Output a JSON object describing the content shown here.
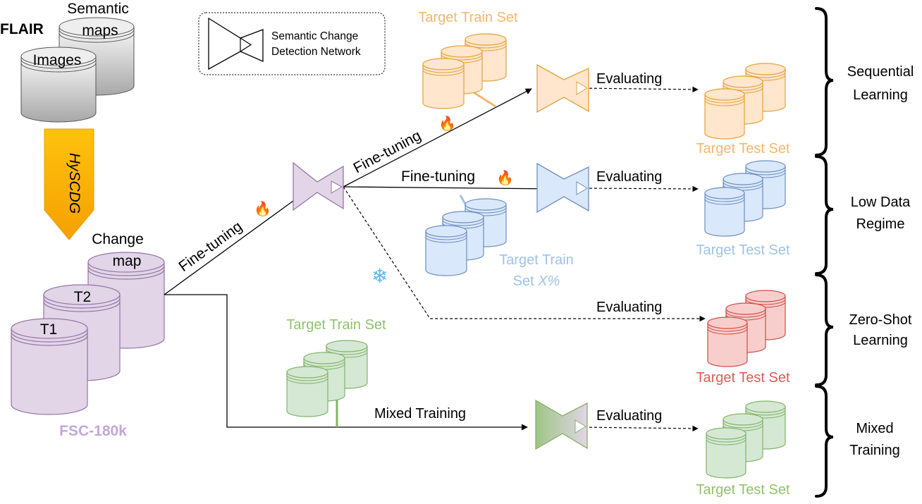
{
  "source": {
    "dataset_name": "FLAIR",
    "semantic_maps_label_line1": "Semantic",
    "semantic_maps_label_line2": "maps",
    "images_label": "Images",
    "generator_label": "HySCDG"
  },
  "synthetic_dataset": {
    "name": "FSC-180k",
    "t1_label": "T1",
    "t2_label": "T2",
    "change_map_label_line1": "Change",
    "change_map_label_line2": "map"
  },
  "legend": {
    "line1": "Semantic Change",
    "line2": "Detection Network"
  },
  "edges": {
    "fine_tuning": "Fine-tuning",
    "evaluating": "Evaluating",
    "mixed_training": "Mixed Training"
  },
  "icons": {
    "flame": "🔥",
    "snowflake": "❄"
  },
  "datasets": {
    "target_train_set": "Target Train Set",
    "target_test_set": "Target Test Set",
    "target_train_set_x_line1": "Target Train",
    "target_train_set_x_line2": "Set ",
    "target_train_set_x_pct": "X%"
  },
  "scenarios": {
    "sequential_line1": "Sequential",
    "sequential_line2": "Learning",
    "low_data_line1": "Low Data",
    "low_data_line2": "Regime",
    "zero_shot_line1": "Zero-Shot",
    "zero_shot_line2": "Learning",
    "mixed_line1": "Mixed",
    "mixed_line2": "Training"
  },
  "colors": {
    "gray": "#b3b3b3",
    "purple_fill": "#e1d5e7",
    "purple_stroke": "#9673a6",
    "purple_text": "#c3a6d9",
    "orange_fill": "#ffe6cc",
    "orange_stroke": "#e4a13a",
    "orange_text": "#f5b76d",
    "blue_fill": "#dae8fc",
    "blue_stroke": "#6c8ebf",
    "blue_text": "#9ec3e6",
    "red_fill": "#f8cecc",
    "red_stroke": "#d24b47",
    "red_text": "#e05a55",
    "green_fill": "#d5e8d4",
    "green_stroke": "#82b366",
    "green_text": "#8fc36a",
    "arrow_yellow": "#ffc20e",
    "arrow_orange": "#f5a200",
    "snow_blue": "#5ab8f0"
  }
}
